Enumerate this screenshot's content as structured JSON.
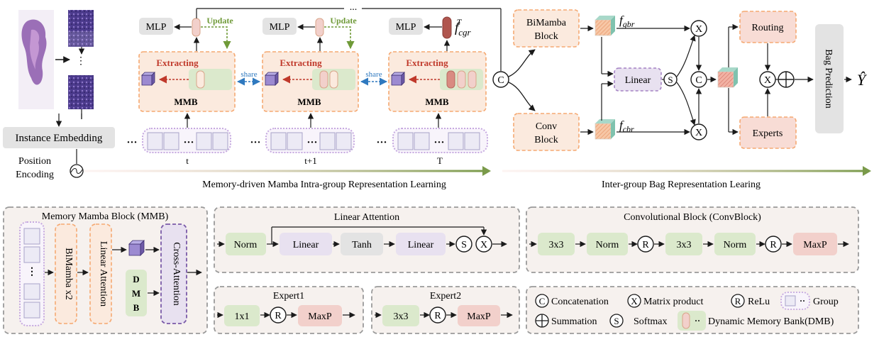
{
  "colors": {
    "orange_fill": "#fbeade",
    "orange_edge": "#f5a972",
    "green": "#dbe9cc",
    "gray": "#e3e3e3",
    "purple_fill": "#e8e1f0",
    "purple_edge": "#a583c4",
    "pink": "#f2d0cb",
    "red_text": "#c0392b",
    "green_text": "#6f9a38",
    "blue_share": "#2f79bf",
    "arrow_green": "#7a9a4a"
  },
  "top": {
    "instance_embedding": "Instance Embedding",
    "position_encoding_1": "Position",
    "position_encoding_2": "Encoding",
    "mlp": "MLP",
    "update": "Update",
    "extracting": "Extracting",
    "mmb": "MMB",
    "share": "share",
    "step_labels": [
      "t",
      "t+1",
      "T"
    ],
    "cgr_label": "f",
    "cgr_sub": "cgr",
    "cgr_sup": "T",
    "concat_symbol": "C",
    "dots_top": "...",
    "bimamba_1": "BiMamba",
    "bimamba_2": "Block",
    "conv_1": "Conv",
    "conv_2": "Block",
    "fgbr": "f",
    "fgbr_sub": "gbr",
    "fcbr": "f",
    "fcbr_sub": "cbr",
    "linear": "Linear",
    "softmax_symbol": "S",
    "matmul_symbol": "X",
    "routing": "Routing",
    "experts": "Experts",
    "bag_prediction": "Bag Prediction",
    "y_hat": "Ŷ",
    "intra_caption": "Memory-driven Mamba Intra-group Representation Learning",
    "inter_caption": "Inter-group Bag Representation Learing"
  },
  "mmb_panel": {
    "title": "Memory Mamba Block (MMB)",
    "bimamba": "BiMamba x2",
    "linear_attention": "Linear Attention",
    "dmb_letters": [
      "D",
      "M",
      "B"
    ],
    "cross_attention": "Cross-Attention"
  },
  "linear_attention_panel": {
    "title": "Linear Attention",
    "blocks": [
      "Norm",
      "Linear",
      "Tanh",
      "Linear"
    ]
  },
  "conv_panel": {
    "title": "Convolutional Block  (ConvBlock)",
    "blocks": [
      "3x3",
      "Norm",
      "3x3",
      "Norm",
      "MaxP"
    ],
    "relu_symbol": "R"
  },
  "expert1": {
    "title": "Expert1",
    "blocks": [
      "1x1",
      "MaxP"
    ]
  },
  "expert2": {
    "title": "Expert2",
    "blocks": [
      "3x3",
      "MaxP"
    ]
  },
  "legend": {
    "concatenation": "Concatenation",
    "matrix_product": "Matrix product",
    "relu": "ReLu",
    "group": "Group",
    "summation": "Summation",
    "softmax": "Softmax",
    "dmb": "Dynamic Memory Bank(DMB)"
  }
}
